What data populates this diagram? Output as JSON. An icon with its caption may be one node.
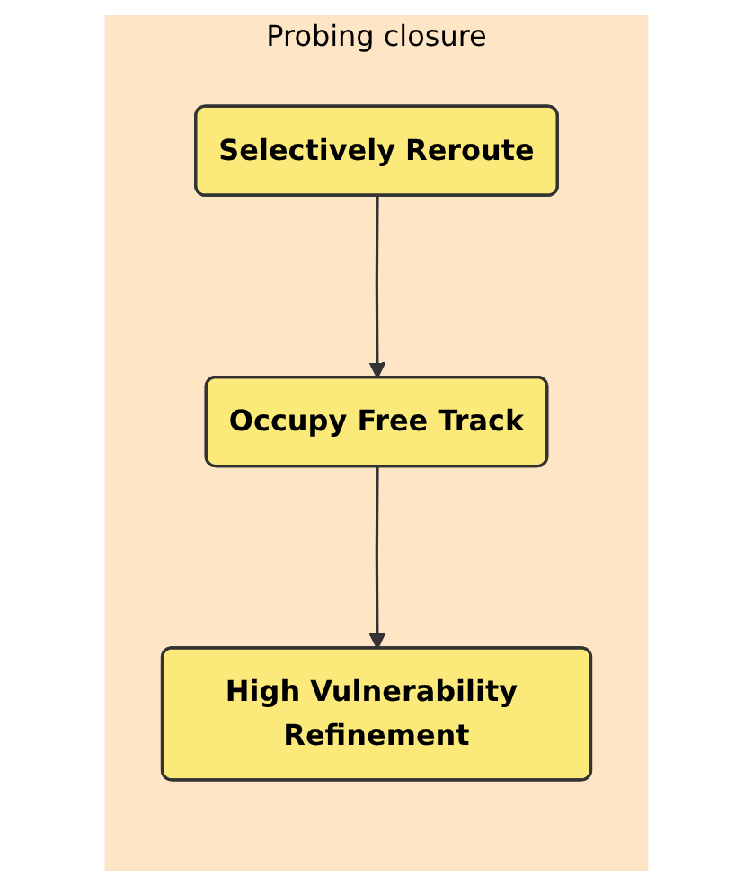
{
  "diagram": {
    "nodes": [
      {
        "text": [
          "Probing closure"
        ]
      },
      {
        "text": [
          "Selectively Reroute"
        ],
        "in": 0
      },
      {
        "text": [
          "Occupy Free Track"
        ],
        "in": 0
      },
      {
        "text": [
          "High Vulnerability Refinement"
        ],
        "in": 0
      }
    ],
    "edges": [
      {
        "from": 1,
        "to": 2,
        "arrow": "to"
      },
      {
        "from": 2,
        "to": 3,
        "arrow": "to"
      }
    ]
  }
}
